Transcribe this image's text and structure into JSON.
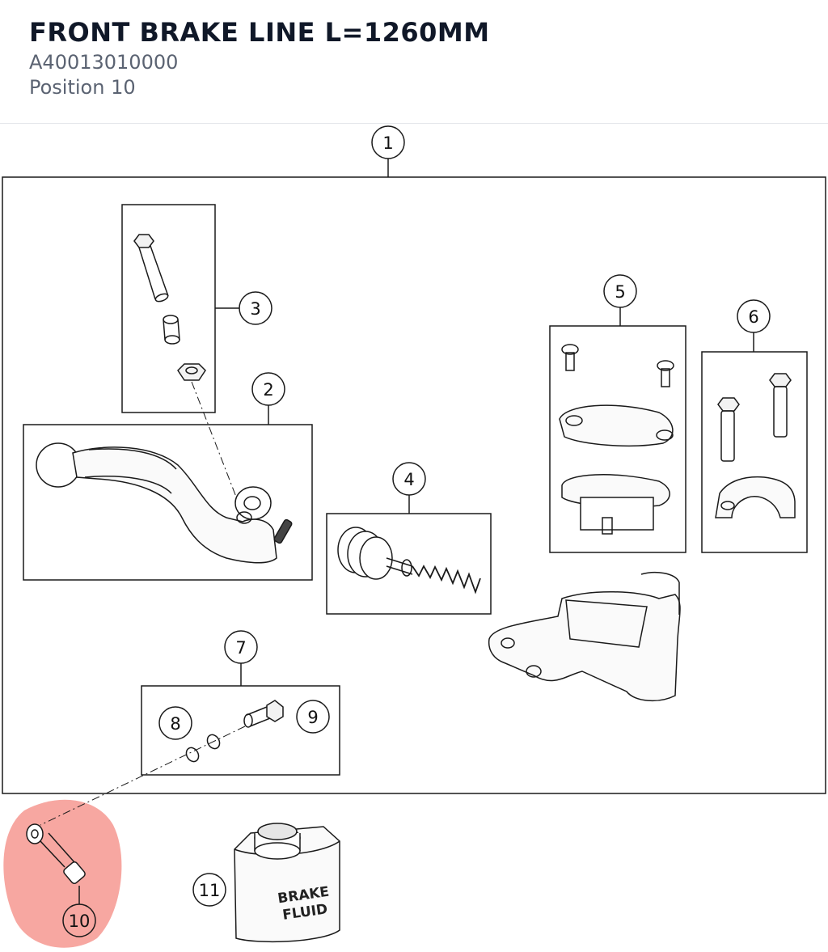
{
  "header": {
    "title": "FRONT BRAKE LINE L=1260MM",
    "part_number": "A40013010000",
    "position": "Position 10"
  },
  "callouts": {
    "c1": "1",
    "c2": "2",
    "c3": "3",
    "c4": "4",
    "c5": "5",
    "c6": "6",
    "c7": "7",
    "c8": "8",
    "c9": "9",
    "c10": "10",
    "c11": "11"
  },
  "fluid_label": {
    "line1": "BRAKE",
    "line2": "FLUID"
  },
  "colors": {
    "highlight": "#f7a7a1",
    "stroke": "#1a1a1a"
  }
}
